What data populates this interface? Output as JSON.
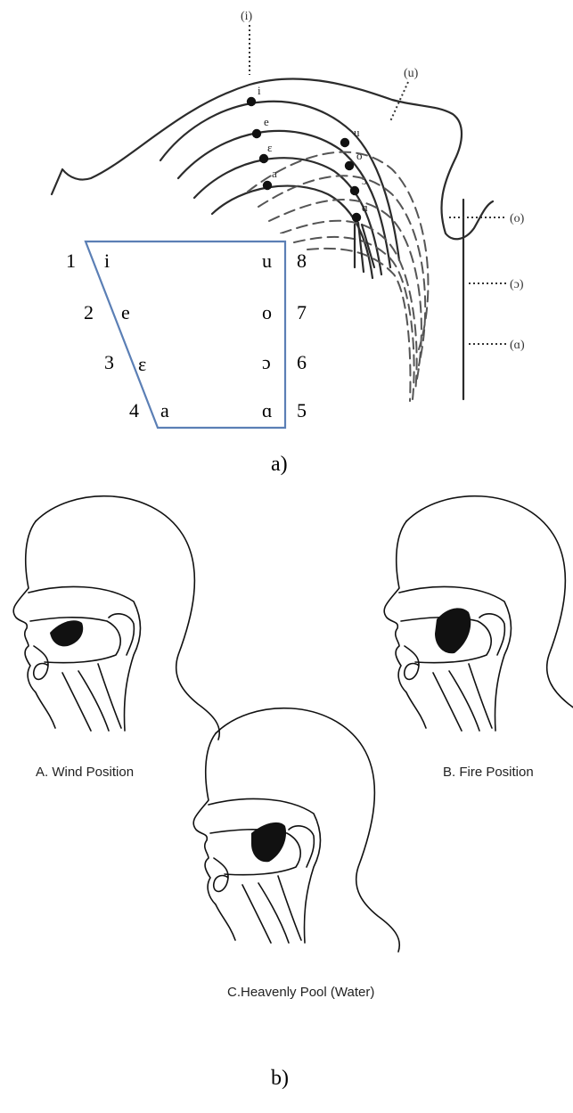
{
  "panel_a": {
    "caption": "a)",
    "labels": {
      "top": "(i)",
      "upper_right": "(u)",
      "right_o": "(o)",
      "right_open_o": "(ɔ)",
      "right_a": "(ɑ)"
    },
    "point_labels": {
      "i": "i",
      "e": "e",
      "eps": "ɛ",
      "a": "a",
      "u": "u",
      "o": "o",
      "open_o": "ɔ",
      "alpha": "ɑ"
    },
    "trapezoid": {
      "left_numbers": [
        "1",
        "2",
        "3",
        "4"
      ],
      "left_vowels": [
        "i",
        "e",
        "ɛ",
        "a"
      ],
      "right_vowels": [
        "u",
        "o",
        "ɔ",
        "ɑ"
      ],
      "right_numbers": [
        "8",
        "7",
        "6",
        "5"
      ],
      "edge_color": "#5b7fb5"
    }
  },
  "panel_b": {
    "caption": "b)",
    "positions": [
      {
        "label": "A. Wind Position"
      },
      {
        "label": "B. Fire Position"
      },
      {
        "label": "C.Heavenly Pool (Water)"
      }
    ]
  }
}
